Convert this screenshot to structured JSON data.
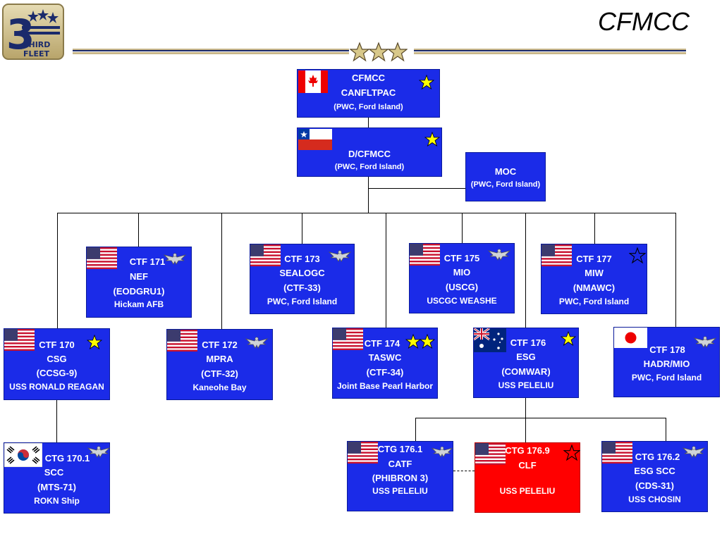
{
  "header": {
    "title": "CFMCC",
    "logo_text": "THIRD FLEET"
  },
  "colors": {
    "box_blue": "#1b2be8",
    "box_red": "#ff0000",
    "gold": "#c9b78a",
    "navy": "#1a2a6b"
  },
  "nodes": {
    "cfmcc": {
      "l1": "CFMCC",
      "l2": "CANFLTPAC",
      "l3": "(PWC, Ford Island)",
      "flag": "canada-flag",
      "rank": "yellow-star"
    },
    "dcfmcc": {
      "l1": "D/CFMCC",
      "l2": "(PWC, Ford Island)",
      "flag": "chile-flag",
      "rank": "yellow-star"
    },
    "moc": {
      "l1": "MOC",
      "l2": "(PWC, Ford Island)"
    },
    "ctf171": {
      "l1": "CTF 171",
      "l2": "NEF",
      "l3": "(EODGRU1)",
      "l4": "Hickam AFB",
      "flag": "us-flag",
      "rank": "eagle-insignia"
    },
    "ctf173": {
      "l1": "CTF 173",
      "l2": "SEALOGC",
      "l3": "(CTF-33)",
      "l4": "PWC, Ford Island",
      "flag": "us-flag",
      "rank": "eagle-insignia"
    },
    "ctf175": {
      "l1": "CTF 175",
      "l2": "MIO",
      "l3": "(USCG)",
      "l4": "USCGC WEASHE",
      "flag": "us-flag",
      "rank": "eagle-insignia"
    },
    "ctf177": {
      "l1": "CTF 177",
      "l2": "MIW",
      "l3": "(NMAWC)",
      "l4": "PWC, Ford Island",
      "flag": "us-flag",
      "rank": "outline-star"
    },
    "ctf170": {
      "l1": "CTF 170",
      "l2": "CSG",
      "l3": "(CCSG-9)",
      "l4": "USS RONALD REAGAN",
      "flag": "us-flag",
      "rank": "yellow-star"
    },
    "ctf172": {
      "l1": "CTF 172",
      "l2": "MPRA",
      "l3": "(CTF-32)",
      "l4": "Kaneohe Bay",
      "flag": "us-flag",
      "rank": "eagle-insignia"
    },
    "ctf174": {
      "l1": "CTF 174",
      "l2": "TASWC",
      "l3": "(CTF-34)",
      "l4": "Joint Base Pearl Harbor",
      "flag": "us-flag",
      "rank": "two-yellow-stars"
    },
    "ctf176": {
      "l1": "CTF 176",
      "l2": "ESG",
      "l3": "(COMWAR)",
      "l4": "USS PELELIU",
      "flag": "australia-flag",
      "rank": "yellow-star"
    },
    "ctf178": {
      "l1": "CTF 178",
      "l2": "HADR/MIO",
      "l3": "PWC, Ford Island",
      "flag": "japan-flag",
      "rank": "eagle-insignia"
    },
    "ctg1701": {
      "l1": "CTG 170.1",
      "l2": "SCC",
      "l3": "(MTS-71)",
      "l4": "ROKN Ship",
      "flag": "korea-flag",
      "rank": "eagle-insignia"
    },
    "ctg1761": {
      "l1": "CTG 176.1",
      "l2": "CATF",
      "l3": "(PHIBRON 3)",
      "l4": "USS PELELIU",
      "flag": "us-flag",
      "rank": "eagle-insignia"
    },
    "ctg1769": {
      "l1": "CTG 176.9",
      "l2": "CLF",
      "l3": "USS PELELIU",
      "flag": "us-flag",
      "rank": "outline-star"
    },
    "ctg1762": {
      "l1": "CTG 176.2",
      "l2": "ESG SCC",
      "l3": "(CDS-31)",
      "l4": "USS CHOSIN",
      "flag": "us-flag",
      "rank": "eagle-insignia"
    }
  }
}
